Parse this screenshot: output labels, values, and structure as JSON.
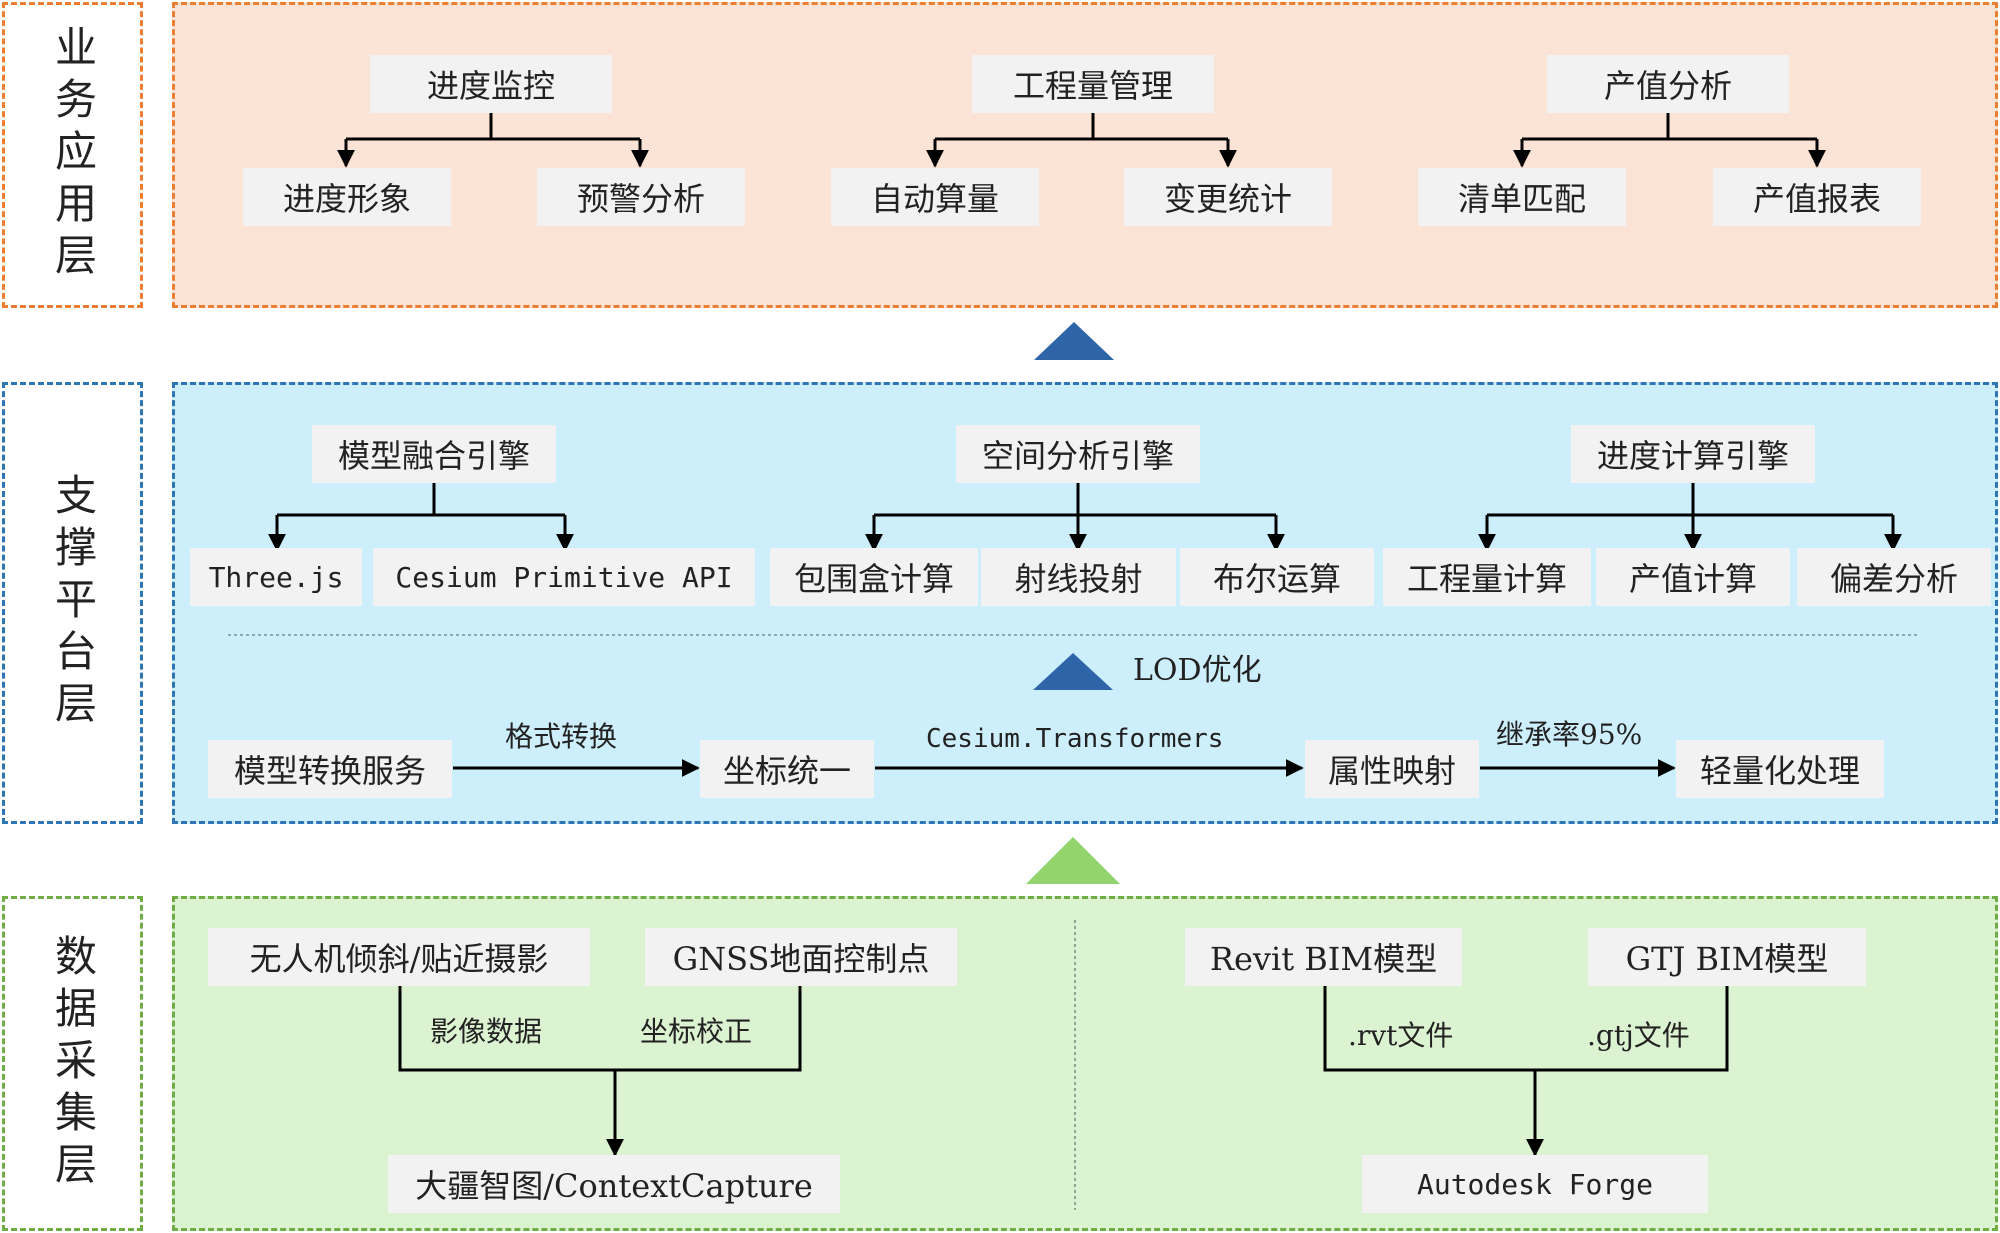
{
  "layers": {
    "app": "业务应用层",
    "platform": "支撑平台层",
    "data": "数据采集层"
  },
  "app_layer": {
    "groups": [
      {
        "title": "进度监控",
        "children": [
          "进度形象",
          "预警分析"
        ]
      },
      {
        "title": "工程量管理",
        "children": [
          "自动算量",
          "变更统计"
        ]
      },
      {
        "title": "产值分析",
        "children": [
          "清单匹配",
          "产值报表"
        ]
      }
    ]
  },
  "platform_layer": {
    "engines": [
      {
        "title": "模型融合引擎",
        "children": [
          "Three.js",
          "Cesium Primitive API"
        ]
      },
      {
        "title": "空间分析引擎",
        "children": [
          "包围盒计算",
          "射线投射",
          "布尔运算"
        ]
      },
      {
        "title": "进度计算引擎",
        "children": [
          "工程量计算",
          "产值计算",
          "偏差分析"
        ]
      }
    ],
    "lod_label": "LOD优化",
    "pipeline": {
      "steps": [
        "模型转换服务",
        "坐标统一",
        "属性映射",
        "轻量化处理"
      ],
      "edges": [
        "格式转换",
        "Cesium.Transformers",
        "继承率95%"
      ]
    }
  },
  "data_layer": {
    "left": {
      "sources": [
        "无人机倾斜/贴近摄影",
        "GNSS地面控制点"
      ],
      "edges": [
        "影像数据",
        "坐标校正"
      ],
      "target": "大疆智图/ContextCapture"
    },
    "right": {
      "sources": [
        "Revit BIM模型",
        "GTJ BIM模型"
      ],
      "edges": [
        ".rvt文件",
        ".gtj文件"
      ],
      "target": "Autodesk Forge"
    }
  },
  "colors": {
    "app_fill": "#fbe3d6",
    "app_border": "#ed7d31",
    "platform_fill": "#cdeefb",
    "platform_border": "#2e75b6",
    "data_fill": "#dcf3d2",
    "data_border": "#70ad47",
    "arrow_up_blue": "#2e64a8",
    "arrow_up_green": "#92d36e",
    "node_fill": "#f2f2f2"
  }
}
